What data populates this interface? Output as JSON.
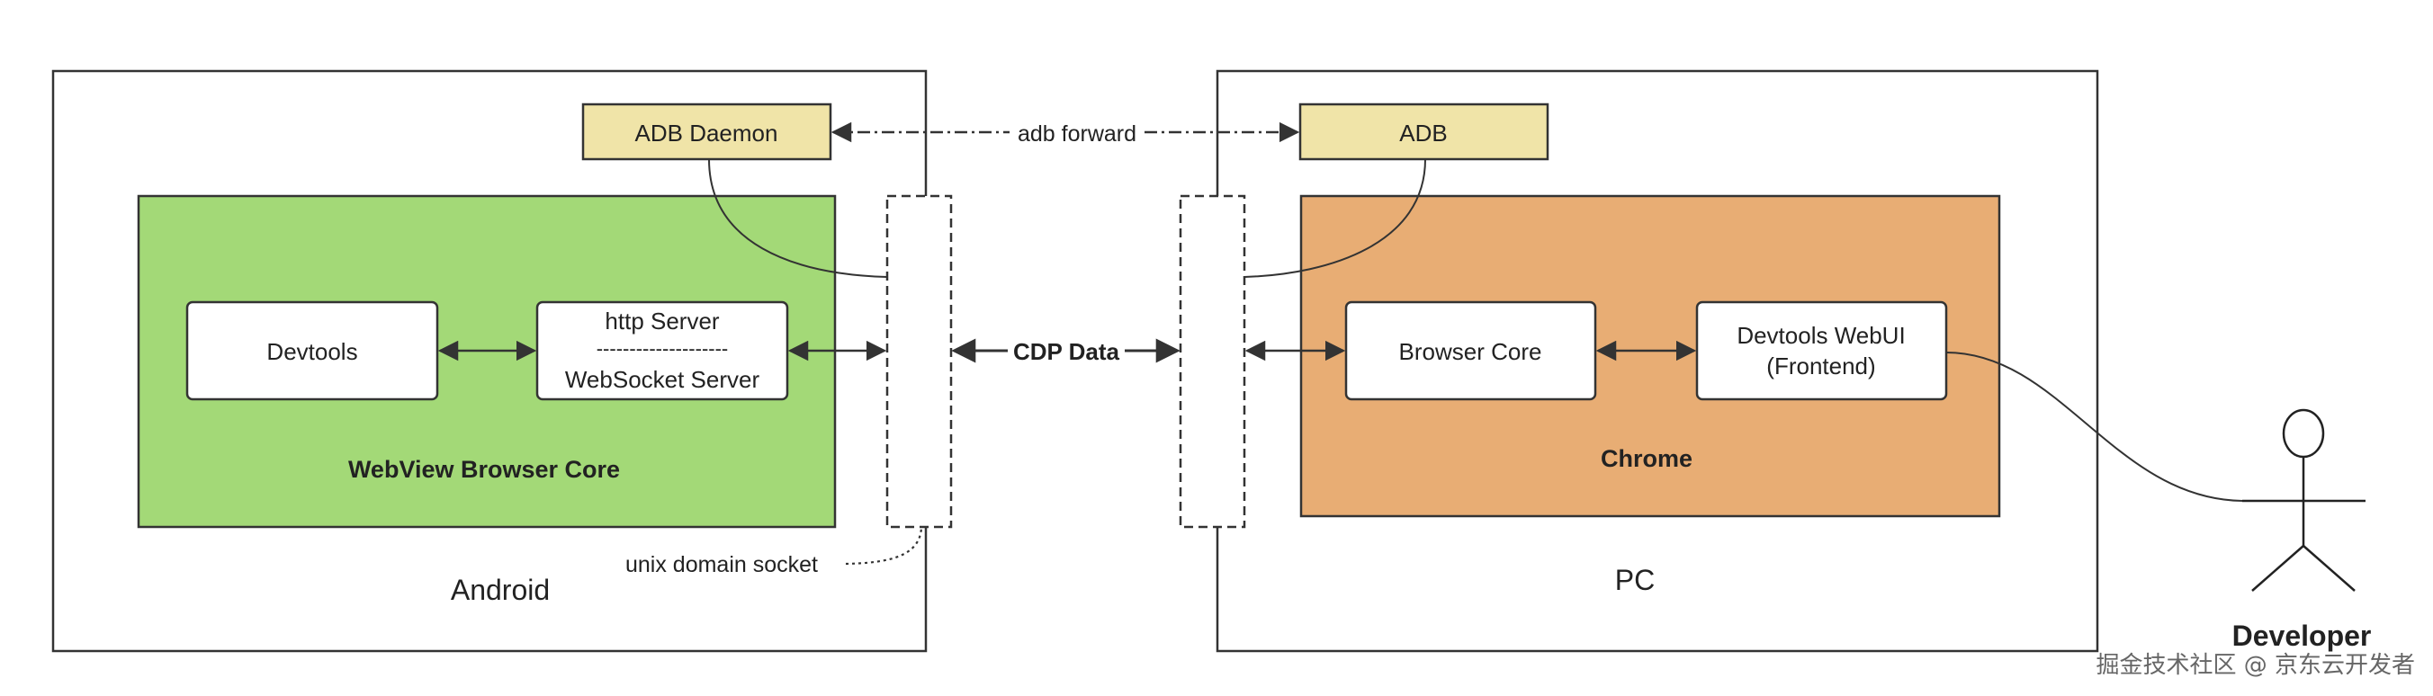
{
  "android": {
    "label": "Android",
    "adb_daemon": "ADB Daemon",
    "webview_core": "WebView Browser Core",
    "devtools": "Devtools",
    "http_server": "http Server",
    "divider": "--------------------",
    "websocket_server": "WebSocket Server",
    "unix_socket": "unix domain socket"
  },
  "link": {
    "adb_forward": "adb forward",
    "cdp_data": "CDP Data"
  },
  "pc": {
    "label": "PC",
    "adb": "ADB",
    "chrome": "Chrome",
    "browser_core": "Browser Core",
    "webui_line1": "Devtools WebUI",
    "webui_line2": "(Frontend)"
  },
  "developer": {
    "label": "Developer"
  },
  "watermark": "掘金技术社区 @ 京东云开发者",
  "colors": {
    "adb_fill": "#f0e4a8",
    "webview_fill": "#a3d977",
    "chrome_fill": "#e8ad74"
  }
}
